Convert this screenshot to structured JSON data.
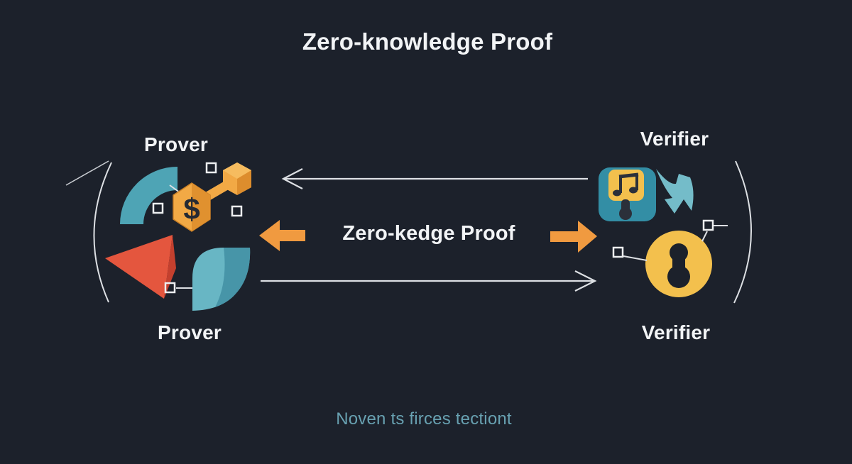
{
  "title": "Zero-knowledge Proof",
  "labels": {
    "prover_top": "Prover",
    "prover_bottom": "Prover",
    "verifier_top": "Verifier",
    "verifier_bottom": "Verifier",
    "center_message": "Zero-kedge Proof",
    "caption": "Noven ts firces tectiont",
    "dollar_symbol": "$"
  },
  "icons": [
    "progress-arc-icon",
    "dollar-hexagon-icon",
    "dumbbell-icon",
    "cone-icon",
    "leaf-icon",
    "music-note-key-icon",
    "swoosh-arrow-icon",
    "keyhole-lock-icon"
  ],
  "colors": {
    "background": "#1c212b",
    "text_primary": "#f2f4f6",
    "caption_teal": "#68a1b1",
    "teal": "#4ea4b5",
    "teal_light": "#74bcc9",
    "teal_panel": "#338ea5",
    "orange": "#f09a40",
    "gold": "#f2a945",
    "yellow": "#f3c04d",
    "red": "#e4563e",
    "red_dark": "#c4402e",
    "line": "#dde0e4"
  }
}
